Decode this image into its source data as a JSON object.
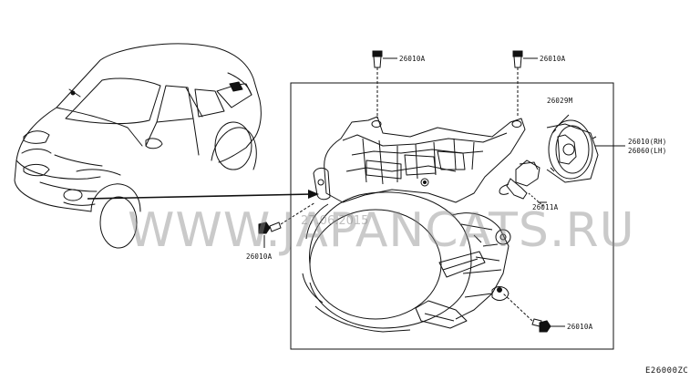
{
  "diagram": {
    "labels": {
      "bolt_top_left": "26010A",
      "bolt_top_right": "26010A",
      "bolt_left": "26010A",
      "bolt_bottom_right": "26010A",
      "cap": "26029M",
      "bulb": "26011A",
      "assembly_rh": "26010(RH)",
      "assembly_lh": "26060(LH)",
      "drawing_code": "E26000ZC"
    },
    "watermark": {
      "main": "WWW.JAPANCATS.RU",
      "sub": "27.06.2015"
    }
  }
}
